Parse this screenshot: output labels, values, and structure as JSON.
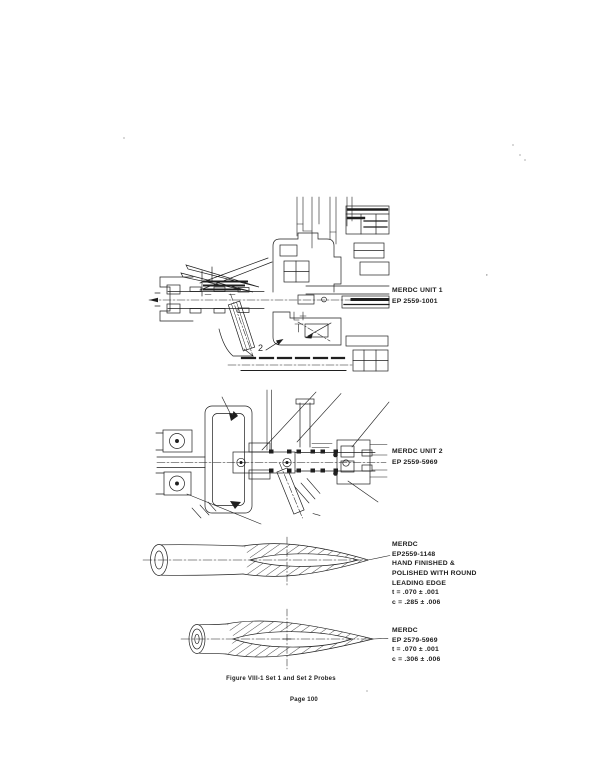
{
  "page": {
    "caption": "Figure VIII-1 Set 1 and Set 2 Probes",
    "page_number": "Page 100"
  },
  "labels": {
    "unit1": {
      "lines": [
        "MERDC UNIT 1",
        "EP 2559-1001"
      ]
    },
    "unit2": {
      "lines": [
        "MERDC UNIT 2",
        "EP 2559-5969"
      ]
    },
    "probe1": {
      "lines": [
        "MERDC",
        "EP2559-1148",
        "HAND FINISHED &",
        "POLISHED WITH ROUND",
        "LEADING EDGE",
        "t = .070 ± .001",
        "c = .285 ± .006"
      ]
    },
    "probe2": {
      "lines": [
        "MERDC",
        "EP 2579-5969",
        "t = .070 ± .001",
        "c = .306 ± .006"
      ]
    }
  },
  "annotations": {
    "detail_number": "2",
    "stray_mark": "'"
  },
  "ink_color": "#1f1f1f"
}
